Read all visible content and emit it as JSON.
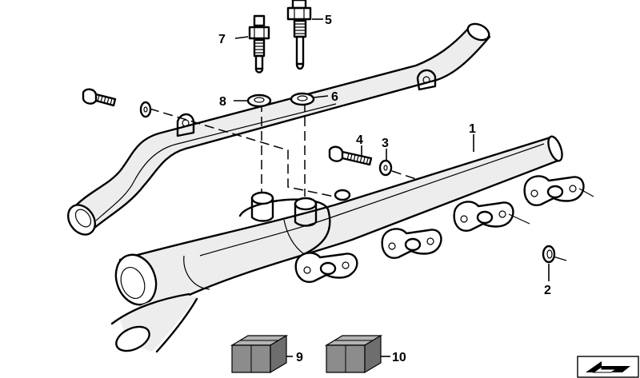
{
  "diagram": {
    "labels": {
      "p1": "1",
      "p2": "2",
      "p3": "3",
      "p4": "4",
      "p5": "5",
      "p6": "6",
      "p7": "7",
      "p8": "8",
      "p9": "9",
      "p10": "10"
    },
    "colors": {
      "line": "#000000",
      "shade": "#ededed",
      "box_top": "#b4b4b4",
      "box_front": "#8c8c8c",
      "box_side": "#6e6e6e"
    }
  }
}
